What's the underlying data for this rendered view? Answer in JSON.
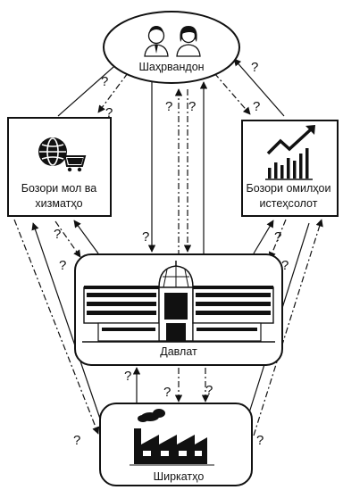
{
  "nodes": {
    "citizens": {
      "label": "Шаҳрвандон",
      "icon": "people-icon"
    },
    "goods_market": {
      "label_line1": "Бозори мол ва",
      "label_line2": "хизматҳо",
      "icon": "globe-cart-icon"
    },
    "factors_market": {
      "label_line1": "Бозори омилҳои",
      "label_line2": "истеҳсолот",
      "icon": "growth-chart-icon"
    },
    "state": {
      "label": "Давлат",
      "icon": "government-building-icon"
    },
    "firms": {
      "label": "Ширкатҳо",
      "icon": "factory-icon"
    }
  },
  "flow_marker": "?",
  "colors": {
    "ink": "#111111",
    "background": "#ffffff"
  }
}
